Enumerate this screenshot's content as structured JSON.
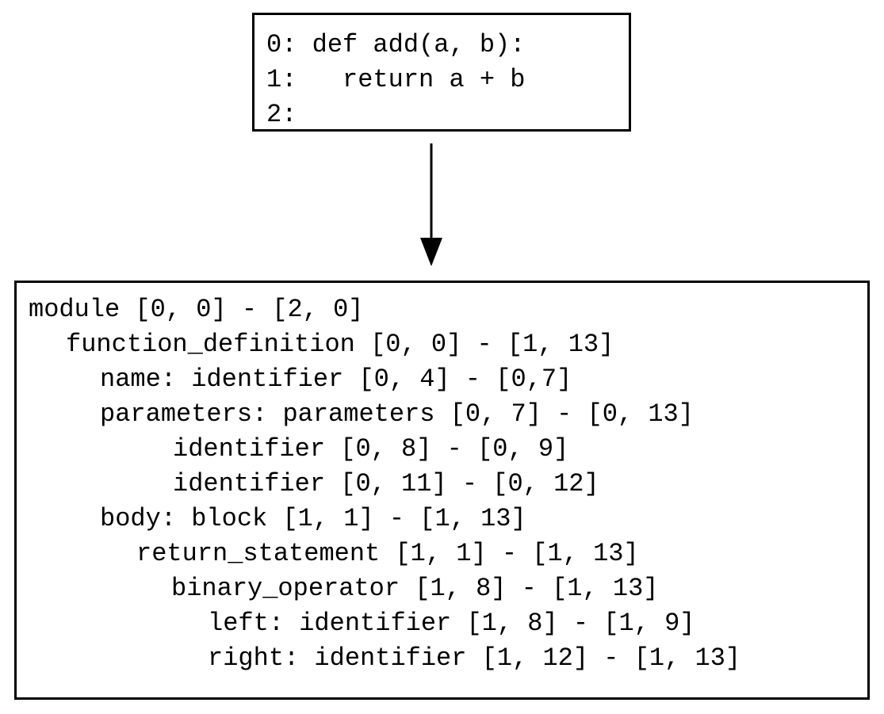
{
  "source": {
    "lines": [
      "0: def add(a, b):",
      "1:   return a + b",
      "2:"
    ]
  },
  "tree": {
    "lines": [
      "module [0, 0] - [2, 0]",
      "function_definition [0, 0] - [1, 13]",
      "name: identifier [0, 4] - [0,7]",
      "parameters: parameters [0, 7] - [0, 13]",
      "identifier [0, 8] - [0, 9]",
      "identifier [0, 11] - [0, 12]",
      "body: block [1, 1] - [1, 13]",
      "return_statement [1, 1] - [1, 13]",
      "binary_operator [1, 8] - [1, 13]",
      "left: identifier [1, 8] - [1, 9]",
      "right: identifier [1, 12] - [1, 13]"
    ]
  }
}
